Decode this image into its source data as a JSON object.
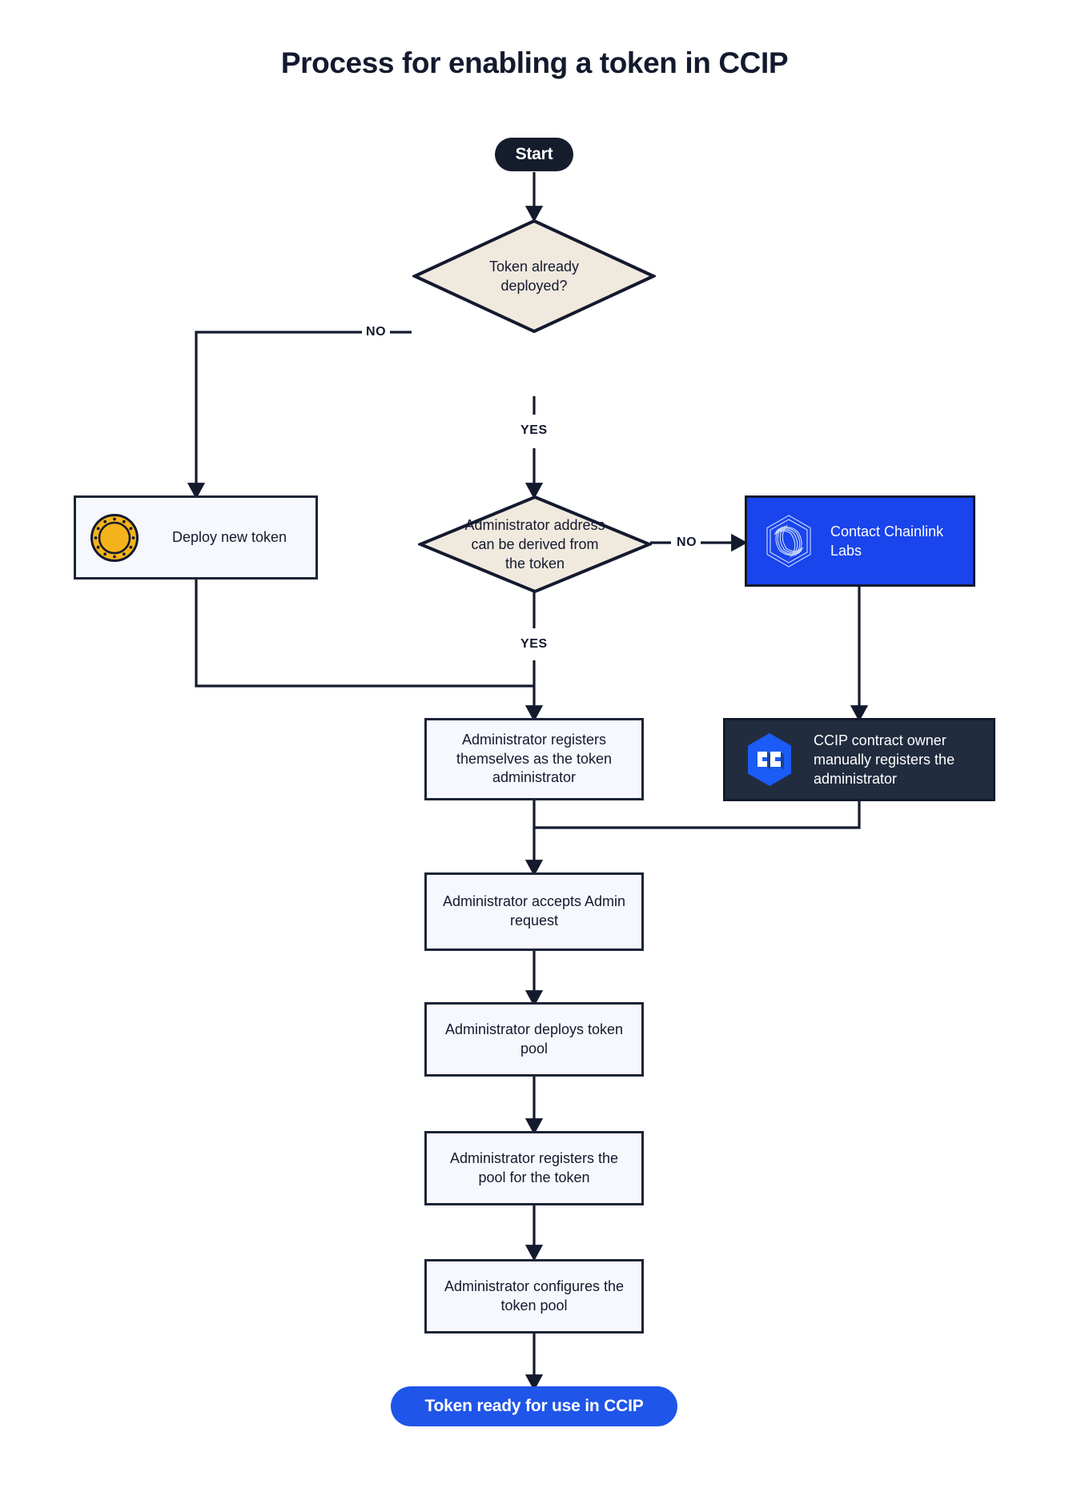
{
  "title": "Process for enabling a token in CCIP",
  "colors": {
    "start_fill": "#151c2c",
    "end_fill": "#1f55e8",
    "diamond_fill": "#f0e9de",
    "box_fill": "#f6f8fd",
    "brand_blue": "#1a44ec",
    "brand_dark": "#222c3f",
    "stroke": "#141a2e",
    "token_gold": "#f5b31b"
  },
  "nodes": {
    "start": {
      "label": "Start",
      "shape": "pill"
    },
    "decision_token_deployed": {
      "label": "Token already deployed?",
      "shape": "diamond"
    },
    "deploy_new_token": {
      "label": "Deploy new token",
      "shape": "box",
      "icon": "gold-token-coin-icon"
    },
    "decision_admin_derivable": {
      "label": "Administrator address can be derived from the token",
      "shape": "diamond"
    },
    "contact_chainlink_labs": {
      "label": "Contact Chainlink Labs",
      "shape": "box",
      "icon": "chainlink-logo-icon"
    },
    "admin_registers_self": {
      "label": "Administrator registers themselves as the token administrator",
      "shape": "box"
    },
    "ccip_owner_registers": {
      "label": "CCIP contract owner manually registers the administrator",
      "shape": "box",
      "icon": "ccip-cube-icon"
    },
    "admin_accepts_request": {
      "label": "Administrator accepts Admin request",
      "shape": "box"
    },
    "admin_deploys_pool": {
      "label": "Administrator deploys token pool",
      "shape": "box"
    },
    "admin_registers_pool": {
      "label": "Administrator registers the pool for the token",
      "shape": "box"
    },
    "admin_configures_pool": {
      "label": "Administrator configures the token pool",
      "shape": "box"
    },
    "end": {
      "label": "Token ready for use in CCIP",
      "shape": "pill"
    }
  },
  "edge_labels": {
    "token_deployed_no": "NO",
    "token_deployed_yes": "YES",
    "admin_derivable_no": "NO",
    "admin_derivable_yes": "YES"
  },
  "chart_data": {
    "type": "diagram",
    "title": "Process for enabling a token in CCIP",
    "flow": [
      {
        "from": "start",
        "to": "decision_token_deployed",
        "label": ""
      },
      {
        "from": "decision_token_deployed",
        "to": "deploy_new_token",
        "label": "NO"
      },
      {
        "from": "decision_token_deployed",
        "to": "decision_admin_derivable",
        "label": "YES"
      },
      {
        "from": "deploy_new_token",
        "to": "admin_registers_self",
        "label": ""
      },
      {
        "from": "decision_admin_derivable",
        "to": "contact_chainlink_labs",
        "label": "NO"
      },
      {
        "from": "decision_admin_derivable",
        "to": "admin_registers_self",
        "label": "YES"
      },
      {
        "from": "contact_chainlink_labs",
        "to": "ccip_owner_registers",
        "label": ""
      },
      {
        "from": "admin_registers_self",
        "to": "admin_accepts_request",
        "label": ""
      },
      {
        "from": "ccip_owner_registers",
        "to": "admin_accepts_request",
        "label": ""
      },
      {
        "from": "admin_accepts_request",
        "to": "admin_deploys_pool",
        "label": ""
      },
      {
        "from": "admin_deploys_pool",
        "to": "admin_registers_pool",
        "label": ""
      },
      {
        "from": "admin_registers_pool",
        "to": "admin_configures_pool",
        "label": ""
      },
      {
        "from": "admin_configures_pool",
        "to": "end",
        "label": ""
      }
    ]
  }
}
